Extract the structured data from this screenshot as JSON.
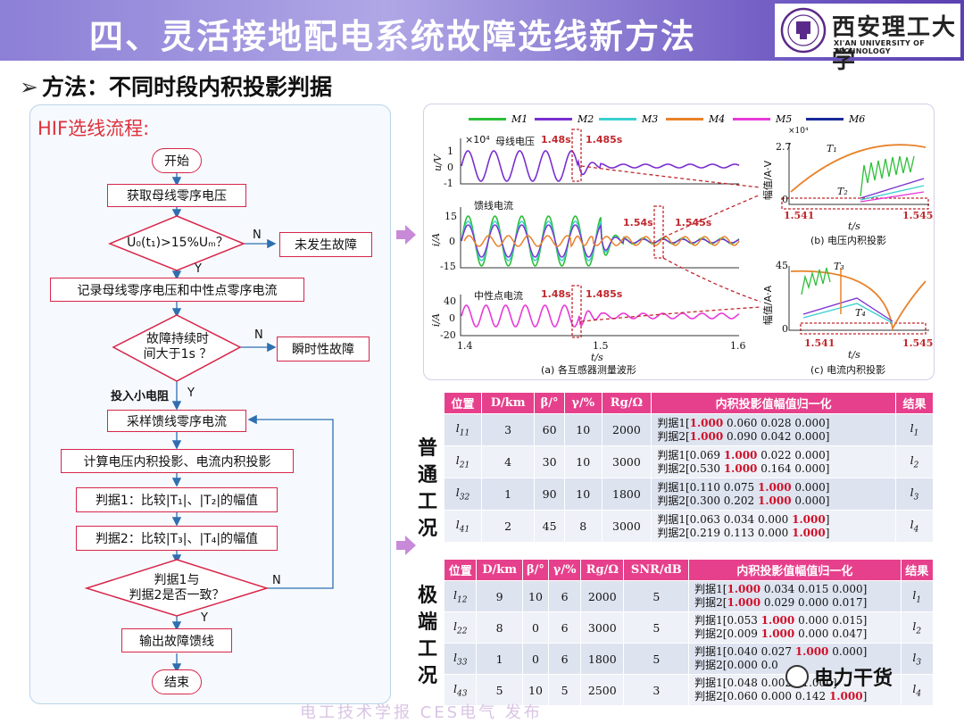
{
  "header": {
    "title": "四、灵活接地配电系统故障选线新方法",
    "logo_cn": "西安理工大学",
    "logo_en": "XI'AN UNIVERSITY OF TECHNOLOGY"
  },
  "subtitle": "方法：不同时段内积投影判据",
  "flow": {
    "title": "HIF选线流程:",
    "start": "开始",
    "s1": "获取母线零序电压",
    "d1": "U₀(t₁)>15%Uₘ？",
    "d1_no": "未发生故障",
    "s2": "记录母线零序电压和中性点零序电流",
    "d2_l1": "故障持续时",
    "d2_l2": "间大于1s ？",
    "d2_no": "瞬时性故障",
    "insert": "投入小电阻",
    "s3": "采样馈线零序电流",
    "s4": "计算电压内积投影、电流内积投影",
    "s5": "判据1：比较|T₁|、|T₂|的幅值",
    "s6": "判据2：比较|T₃|、|T₄|的幅值",
    "d3_l1": "判据1与",
    "d3_l2": "判据2是否一致？",
    "s7": "输出故障馈线",
    "end": "结束",
    "yes": "Y",
    "no": "N"
  },
  "legend": [
    "M1",
    "M2",
    "M3",
    "M4",
    "M5",
    "M6"
  ],
  "legend_colors": [
    "#2fbf3a",
    "#7a2fd0",
    "#3ad0d0",
    "#e8822a",
    "#e83ad8",
    "#1a2a9a"
  ],
  "waves": {
    "bus_voltage_label": "母线电压",
    "bus_t1": "1.48s",
    "bus_t2": "1.485s",
    "bus_unit": "u/V",
    "bus_scale": "×10⁴",
    "bus_ticks": [
      "1",
      "0",
      "-1"
    ],
    "feeder_label": "馈线电流",
    "feeder_t1": "1.54s",
    "feeder_t2": "1.545s",
    "feeder_unit": "i/A",
    "feeder_ticks": [
      "15",
      "0",
      "-15"
    ],
    "neutral_label": "中性点电流",
    "neutral_t1": "1.48s",
    "neutral_t2": "1.485s",
    "neutral_unit": "i/A",
    "neutral_ticks": [
      "40",
      "0",
      "-20"
    ],
    "x_ticks": [
      "1.4",
      "1.5",
      "1.6"
    ],
    "x_unit": "t/s",
    "caption_a": "(a) 各互感器测量波形",
    "vproj_scale": "×10⁴",
    "vproj_ymax": "2.7",
    "vproj_ylabel": "幅值/A·V",
    "vproj_x1": "1.541",
    "vproj_x2": "1.545",
    "vproj_xunit": "t/s",
    "vproj_T1": "T₁",
    "vproj_T2": "T₂",
    "caption_b": "(b) 电压内积投影",
    "iproj_ymax": "45",
    "iproj_y0": "0",
    "iproj_ylabel": "幅值/A·A",
    "iproj_x1": "1.541",
    "iproj_x2": "1.545",
    "iproj_xunit": "t/s",
    "iproj_T3": "T₃",
    "iproj_T4": "T₄",
    "caption_c": "(c) 电流内积投影",
    "vproj_y0": "0"
  },
  "normal": {
    "label": "普通工况",
    "headers": [
      "位置",
      "D/km",
      "β/°",
      "γ/%",
      "Rg/Ω",
      "内积投影值幅值归一化",
      "结果"
    ],
    "rows": [
      {
        "pos": "l11",
        "d": "3",
        "b": "60",
        "g": "10",
        "r": "2000",
        "j1": [
          "判据1[",
          "1.000",
          " 0.060 0.028 0.000]"
        ],
        "j2": [
          "判据2[",
          "1.000",
          " 0.090 0.042 0.000]"
        ],
        "res": "l1"
      },
      {
        "pos": "l21",
        "d": "4",
        "b": "30",
        "g": "10",
        "r": "3000",
        "j1": [
          "判据1[0.069 ",
          "1.000",
          " 0.022 0.000]"
        ],
        "j2": [
          "判据2[0.530 ",
          "1.000",
          " 0.164 0.000]"
        ],
        "res": "l2"
      },
      {
        "pos": "l32",
        "d": "1",
        "b": "90",
        "g": "10",
        "r": "1800",
        "j1": [
          "判据1[0.110 0.075 ",
          "1.000",
          " 0.000]"
        ],
        "j2": [
          "判据2[0.300 0.202 ",
          "1.000",
          " 0.000]"
        ],
        "res": "l3"
      },
      {
        "pos": "l41",
        "d": "2",
        "b": "45",
        "g": "8",
        "r": "3000",
        "j1": [
          "判据1[0.063 0.034 0.000 ",
          "1.000",
          "]"
        ],
        "j2": [
          "判据2[0.219 0.113 0.000 ",
          "1.000",
          "]"
        ],
        "res": "l4"
      }
    ]
  },
  "extreme": {
    "label": "极端工况",
    "headers": [
      "位置",
      "D/km",
      "β/°",
      "γ/%",
      "Rg/Ω",
      "SNR/dB",
      "内积投影值幅值归一化",
      "结果"
    ],
    "rows": [
      {
        "pos": "l12",
        "d": "9",
        "b": "10",
        "g": "6",
        "r": "2000",
        "snr": "5",
        "j1": [
          "判据1[",
          "1.000",
          " 0.034 0.015 0.000]"
        ],
        "j2": [
          "判据2[",
          "1.000",
          " 0.029 0.000 0.017]"
        ],
        "res": "l1"
      },
      {
        "pos": "l22",
        "d": "8",
        "b": "0",
        "g": "6",
        "r": "3000",
        "snr": "5",
        "j1": [
          "判据1[0.053 ",
          "1.000",
          " 0.000 0.015]"
        ],
        "j2": [
          "判据2[0.009 ",
          "1.000",
          " 0.000 0.047]"
        ],
        "res": "l2"
      },
      {
        "pos": "l33",
        "d": "1",
        "b": "0",
        "g": "6",
        "r": "1800",
        "snr": "5",
        "j1": [
          "判据1[0.040 0.027 ",
          "1.000",
          " 0.000]"
        ],
        "j2": [
          "判据2[0.000 0.0",
          "",
          ""
        ],
        "res": "l3"
      },
      {
        "pos": "l43",
        "d": "5",
        "b": "10",
        "g": "5",
        "r": "2500",
        "snr": "3",
        "j1": [
          "判据1[0.048 0.0",
          "",
          "028 1.000]"
        ],
        "j2": [
          "判据2[0.060 0.000 0.142 ",
          "1.000",
          "]"
        ],
        "res": "l4"
      }
    ]
  },
  "watermark": "电工技术学报  CES电气  发布",
  "wm_logo": "电力干货"
}
